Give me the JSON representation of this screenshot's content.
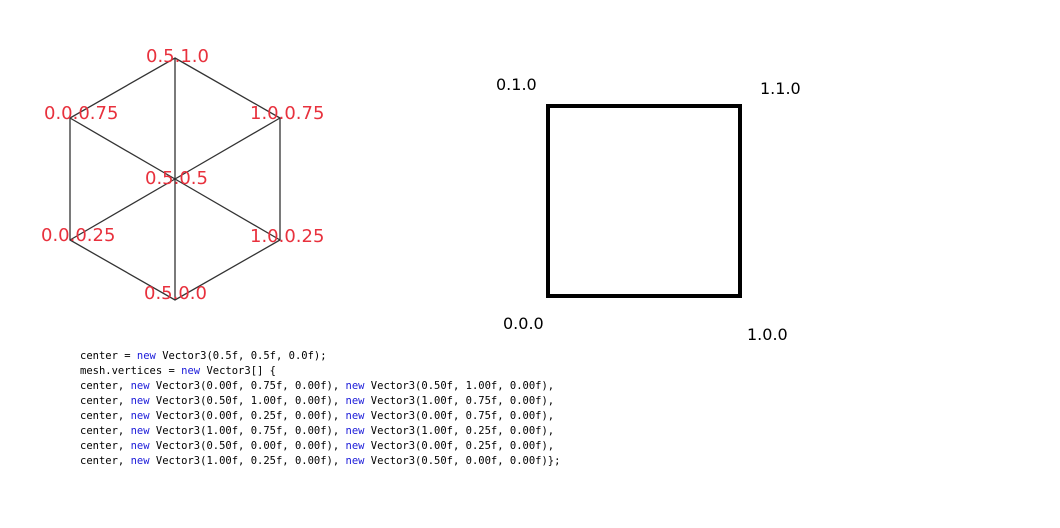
{
  "hexagon": {
    "label_color": "#e8313d",
    "labels": {
      "top": "0.5.1.0",
      "upper_left": "0.0.0.75",
      "upper_right": "1.0.0.75",
      "center": "0.5.0.5",
      "lower_left": "0.0.0.25",
      "lower_right": "1.0.0.25",
      "bottom": "0.5.0.0"
    }
  },
  "square": {
    "labels": {
      "top_left": "0.1.0",
      "top_right": "1.1.0",
      "bottom_left": "0.0.0",
      "bottom_right": "1.0.0"
    }
  },
  "code": {
    "keyword_color": "#1a1ad9",
    "lines": [
      [
        {
          "t": "center = "
        },
        {
          "t": "new",
          "kw": true
        },
        {
          "t": " Vector3(0.5f, 0.5f, 0.0f);"
        }
      ],
      [
        {
          "t": "mesh.vertices = "
        },
        {
          "t": "new",
          "kw": true
        },
        {
          "t": " Vector3[] {"
        }
      ],
      [
        {
          "t": "center, "
        },
        {
          "t": "new",
          "kw": true
        },
        {
          "t": " Vector3(0.00f, 0.75f, 0.00f), "
        },
        {
          "t": "new",
          "kw": true
        },
        {
          "t": " Vector3(0.50f, 1.00f, 0.00f),"
        }
      ],
      [
        {
          "t": "center, "
        },
        {
          "t": "new",
          "kw": true
        },
        {
          "t": " Vector3(0.50f, 1.00f, 0.00f), "
        },
        {
          "t": "new",
          "kw": true
        },
        {
          "t": " Vector3(1.00f, 0.75f, 0.00f),"
        }
      ],
      [
        {
          "t": "center, "
        },
        {
          "t": "new",
          "kw": true
        },
        {
          "t": " Vector3(0.00f, 0.25f, 0.00f), "
        },
        {
          "t": "new",
          "kw": true
        },
        {
          "t": " Vector3(0.00f, 0.75f, 0.00f),"
        }
      ],
      [
        {
          "t": "center, "
        },
        {
          "t": "new",
          "kw": true
        },
        {
          "t": " Vector3(1.00f, 0.75f, 0.00f), "
        },
        {
          "t": "new",
          "kw": true
        },
        {
          "t": " Vector3(1.00f, 0.25f, 0.00f),"
        }
      ],
      [
        {
          "t": "center, "
        },
        {
          "t": "new",
          "kw": true
        },
        {
          "t": " Vector3(0.50f, 0.00f, 0.00f), "
        },
        {
          "t": "new",
          "kw": true
        },
        {
          "t": " Vector3(0.00f, 0.25f, 0.00f),"
        }
      ],
      [
        {
          "t": "center, "
        },
        {
          "t": "new",
          "kw": true
        },
        {
          "t": " Vector3(1.00f, 0.25f, 0.00f), "
        },
        {
          "t": "new",
          "kw": true
        },
        {
          "t": " Vector3(0.50f, 0.00f, 0.00f)};"
        }
      ]
    ]
  }
}
